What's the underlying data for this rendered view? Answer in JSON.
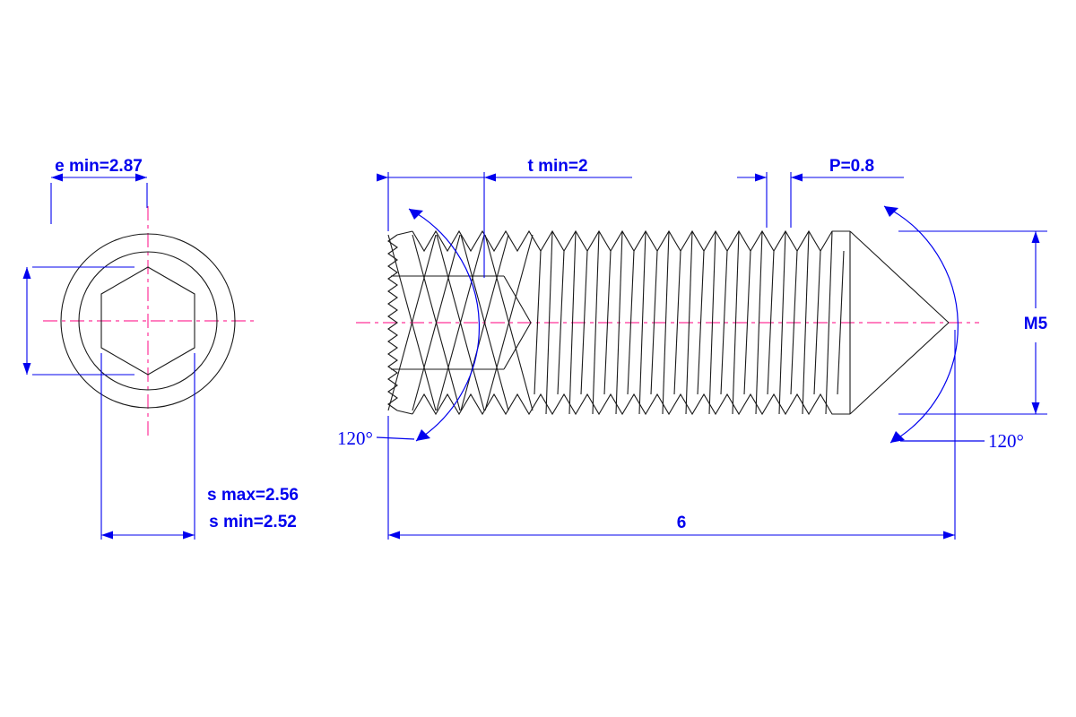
{
  "end_view": {
    "e_label": "e min=2.87",
    "s_max_label": "s max=2.56",
    "s_min_label": "s min=2.52"
  },
  "side_view": {
    "t_label": "t min=2",
    "pitch_label": "P=0.8",
    "thread_label": "M5",
    "length_label": "6",
    "left_angle_label": "120°",
    "right_angle_label": "120°"
  },
  "colors": {
    "dimension_blue": "#0000ee",
    "centerline_pink": "#ff3399",
    "outline_black": "#1a1a1a",
    "background": "#ffffff"
  }
}
